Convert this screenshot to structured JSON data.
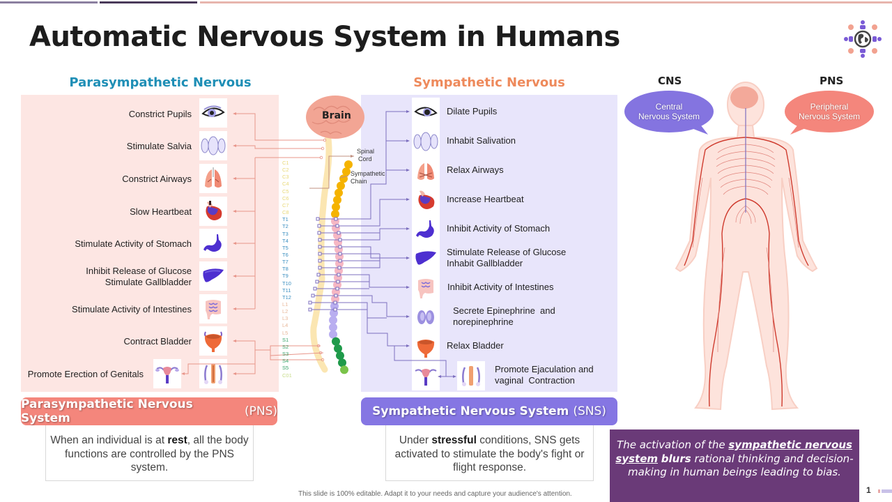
{
  "title": "Automatic Nervous System in Humans",
  "logo_icon": "global-people-network-icon",
  "parasympathetic": {
    "heading": "Parasympathetic Nervous",
    "items": [
      {
        "label": "Constrict Pupils",
        "icon": "eye-icon"
      },
      {
        "label": "Stimulate Salvia",
        "icon": "salivary-gland-icon"
      },
      {
        "label": "Constrict Airways",
        "icon": "lungs-icon"
      },
      {
        "label": "Slow Heartbeat",
        "icon": "heart-icon"
      },
      {
        "label": "Stimulate Activity of Stomach",
        "icon": "stomach-icon"
      },
      {
        "label_line1": "Inhibit Release of Glucose",
        "label_line2": "Stimulate Gallbladder",
        "icon": "liver-icon"
      },
      {
        "label": "Stimulate Activity of Intestines",
        "icon": "intestines-icon"
      },
      {
        "label": "Contract Bladder",
        "icon": "bladder-icon"
      },
      {
        "label": "Promote Erection of Genitals",
        "icon": "male-reproductive-icon",
        "icon2": "female-reproductive-icon"
      }
    ],
    "banner_main": "Parasympathetic Nervous System",
    "banner_abbr": "(PNS)",
    "desc_pre": "When an individual is at ",
    "desc_bold": "rest",
    "desc_post": ", all the body functions are controlled by the PNS system."
  },
  "sympathetic": {
    "heading": "Sympathetic Nervous",
    "items": [
      {
        "label": "Dilate Pupils",
        "icon": "eye-icon"
      },
      {
        "label": "Inhabit Salivation",
        "icon": "salivary-gland-icon"
      },
      {
        "label": "Relax Airways",
        "icon": "lungs-icon"
      },
      {
        "label": "Increase Heartbeat",
        "icon": "heart-icon"
      },
      {
        "label": "Inhibit Activity of Stomach",
        "icon": "stomach-icon"
      },
      {
        "label_line1": "Stimulate Release of Glucose",
        "label_line2": "Inhabit Gallbladder",
        "icon": "liver-icon"
      },
      {
        "label": "Inhibit Activity of Intestines",
        "icon": "intestines-icon"
      },
      {
        "label_line1": "Secrete Epinephrine  and",
        "label_line2": "norepinephrine",
        "icon": "adrenal-glands-icon"
      },
      {
        "label": "Relax Bladder",
        "icon": "bladder-icon"
      },
      {
        "label_line1": "Promote Ejaculation and",
        "label_line2": "vaginal  Contraction",
        "icon": "male-reproductive-icon",
        "icon2": "female-reproductive-icon"
      }
    ],
    "banner_main": "Sympathetic Nervous System",
    "banner_abbr": "(SNS)",
    "desc_pre": "Under ",
    "desc_bold": "stressful",
    "desc_post": " conditions, SNS gets activated to stimulate the body's fight or flight response."
  },
  "spine": {
    "brain_label": "Brain",
    "spinal_cord_label_1": "Spinal",
    "spinal_cord_label_2": "Cord",
    "chain_label_1": "Sympathetic",
    "chain_label_2": "Chain",
    "levels": [
      {
        "name": "C1",
        "color": "#e9d97a"
      },
      {
        "name": "C2",
        "color": "#e9d97a"
      },
      {
        "name": "C3",
        "color": "#e9d97a"
      },
      {
        "name": "C4",
        "color": "#e9d97a"
      },
      {
        "name": "C5",
        "color": "#e9d97a"
      },
      {
        "name": "C6",
        "color": "#e9d97a"
      },
      {
        "name": "C7",
        "color": "#e9d97a"
      },
      {
        "name": "C8",
        "color": "#e9d97a"
      },
      {
        "name": "T1",
        "color": "#3b8fc0"
      },
      {
        "name": "T2",
        "color": "#3b8fc0"
      },
      {
        "name": "T3",
        "color": "#3b8fc0"
      },
      {
        "name": "T4",
        "color": "#3b8fc0"
      },
      {
        "name": "T5",
        "color": "#3b8fc0"
      },
      {
        "name": "T6",
        "color": "#3b8fc0"
      },
      {
        "name": "T7",
        "color": "#3b8fc0"
      },
      {
        "name": "T8",
        "color": "#3b8fc0"
      },
      {
        "name": "T9",
        "color": "#3b8fc0"
      },
      {
        "name": "T10",
        "color": "#3b8fc0"
      },
      {
        "name": "T11",
        "color": "#3b8fc0"
      },
      {
        "name": "T12",
        "color": "#3b8fc0"
      },
      {
        "name": "L1",
        "color": "#e8b89a"
      },
      {
        "name": "L2",
        "color": "#e8b89a"
      },
      {
        "name": "L3",
        "color": "#e8b89a"
      },
      {
        "name": "L4",
        "color": "#e8b89a"
      },
      {
        "name": "L5",
        "color": "#e8b89a"
      },
      {
        "name": "S1",
        "color": "#3aa36a"
      },
      {
        "name": "S2",
        "color": "#3aa36a"
      },
      {
        "name": "S3",
        "color": "#3aa36a"
      },
      {
        "name": "S4",
        "color": "#3aa36a"
      },
      {
        "name": "S5",
        "color": "#3aa36a"
      },
      {
        "name": "C01",
        "color": "#c7dc8a"
      }
    ]
  },
  "body": {
    "cns_heading": "CNS",
    "pns_heading": "PNS",
    "cns_bubble_1": "Central",
    "cns_bubble_2": "Nervous System",
    "pns_bubble_1": "Peripheral",
    "pns_bubble_2": "Nervous System"
  },
  "quote": {
    "p1": "The activation of the ",
    "hl": "sympathetic nervous system",
    "p2": " ",
    "bold": "blurs",
    "p3": " rational thinking and decision-making in human beings leading to bias."
  },
  "footer": {
    "note": "This slide is 100% editable.  Adapt it to your needs and capture your audience's attention.",
    "page": "1"
  },
  "colors": {
    "para_accent": "#f4867c",
    "sym_accent": "#8576e3",
    "para_heading": "#1f8fb6",
    "sym_heading": "#ee8a5c",
    "quote_bg": "#6a3a78"
  }
}
